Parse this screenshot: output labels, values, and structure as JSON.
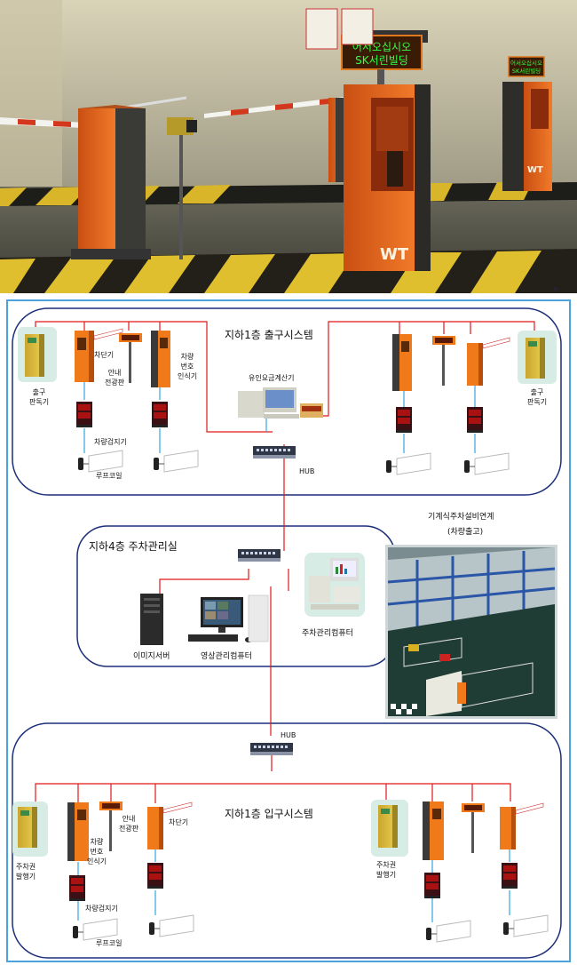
{
  "photo": {
    "sign_main_line1": "어서오십시오",
    "sign_main_line2": "SK서린빌딩",
    "sign_small_line1": "어서오십시오",
    "sign_small_line2": "SK서린빌딩",
    "brand_logo": "WT",
    "accent_orange": "#e8641e",
    "led_green": "#33ff44"
  },
  "exit_section": {
    "title": "지하1층 출구시스템",
    "payment_machine": "유인요금계산기",
    "hub": "HUB",
    "left": {
      "reader": "출구\n판독기",
      "barrier": "차단기",
      "display": "안내\n전광판",
      "lpr": "차량\n번호\n인식기",
      "detector": "차량검지기",
      "loop_coil": "루프코일"
    },
    "right": {
      "reader": "출구\n판독기"
    }
  },
  "control_room": {
    "title": "지하4층 주차관리실",
    "image_server": "이미지서버",
    "video_pc": "영상관리컴퓨터",
    "parking_pc": "주차관리컴퓨터"
  },
  "mechanical": {
    "title_line1": "기계식주차설비연계",
    "title_line2": "(차량출고)"
  },
  "entry_section": {
    "title": "지하1층 입구시스템",
    "hub": "HUB",
    "left": {
      "ticket": "주차권\n발행기",
      "lpr": "차량\n번호\n인식기",
      "display": "안내\n전광판",
      "barrier": "차단기",
      "detector": "차량검지기",
      "loop_coil": "루프코일"
    },
    "right": {
      "ticket": "주차권\n발행기"
    }
  },
  "colors": {
    "frame_blue": "#4aa3df",
    "section_navy": "#1c2f7a",
    "wire_red": "#e01818",
    "cable_blue": "#33a6e0",
    "device_orange": "#f07a1a"
  }
}
